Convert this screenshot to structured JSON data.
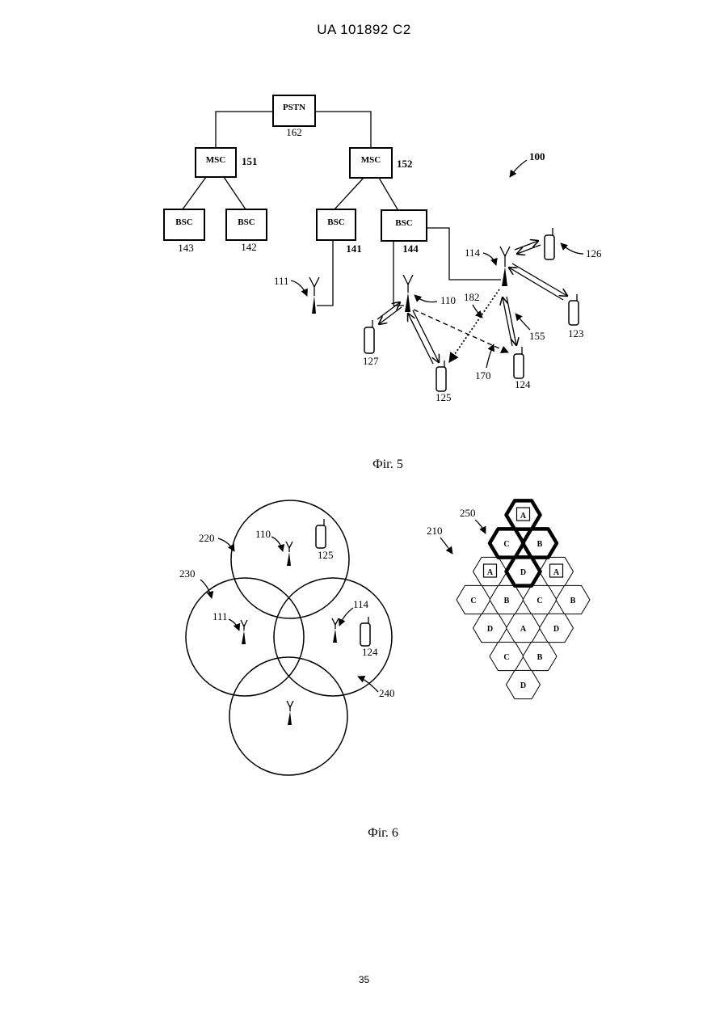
{
  "header": {
    "patent_number": "UA   101892   C2"
  },
  "fig5": {
    "caption": "Фіг. 5",
    "nodes": {
      "pstn": {
        "label": "PSTN",
        "ref": "162"
      },
      "msc1": {
        "label": "MSC",
        "ref": "151"
      },
      "msc2": {
        "label": "MSC",
        "ref": "152"
      },
      "bsc143": {
        "label": "BSC",
        "ref": "143"
      },
      "bsc142": {
        "label": "BSC",
        "ref": "142"
      },
      "bsc141": {
        "label": "BSC",
        "ref": "141"
      },
      "bsc144": {
        "label": "BSC",
        "ref": "144"
      }
    },
    "refs": {
      "system": "100",
      "bs111": "111",
      "bs110": "110",
      "bs114": "114",
      "ms126": "126",
      "ms123": "123",
      "ms127": "127",
      "ms125": "125",
      "ms124": "124",
      "link182": "182",
      "link155": "155",
      "link170": "170"
    }
  },
  "fig6": {
    "caption": "Фіг. 6",
    "refs": {
      "cell220": "220",
      "cell230": "230",
      "cell240": "240",
      "bs110": "110",
      "bs111": "111",
      "bs114": "114",
      "ms125": "125",
      "ms124": "124",
      "grid210": "210",
      "cluster250": "250"
    },
    "hex_cells": [
      {
        "id": "h1",
        "label": "A",
        "boxed": true
      },
      {
        "id": "h2",
        "label": "C",
        "boxed": false
      },
      {
        "id": "h3",
        "label": "B",
        "boxed": false
      },
      {
        "id": "h4",
        "label": "A",
        "boxed": true
      },
      {
        "id": "h5",
        "label": "D",
        "boxed": false
      },
      {
        "id": "h6",
        "label": "A",
        "boxed": true
      },
      {
        "id": "h7",
        "label": "C",
        "boxed": false
      },
      {
        "id": "h8",
        "label": "B",
        "boxed": false
      },
      {
        "id": "h9",
        "label": "C",
        "boxed": false
      },
      {
        "id": "h10",
        "label": "B",
        "boxed": false
      },
      {
        "id": "h11",
        "label": "D",
        "boxed": false
      },
      {
        "id": "h12",
        "label": "A",
        "boxed": false
      },
      {
        "id": "h13",
        "label": "D",
        "boxed": false
      },
      {
        "id": "h14",
        "label": "C",
        "boxed": false
      },
      {
        "id": "h15",
        "label": "B",
        "boxed": false
      },
      {
        "id": "h16",
        "label": "D",
        "boxed": false
      }
    ]
  },
  "footer": {
    "page_number": "35"
  }
}
